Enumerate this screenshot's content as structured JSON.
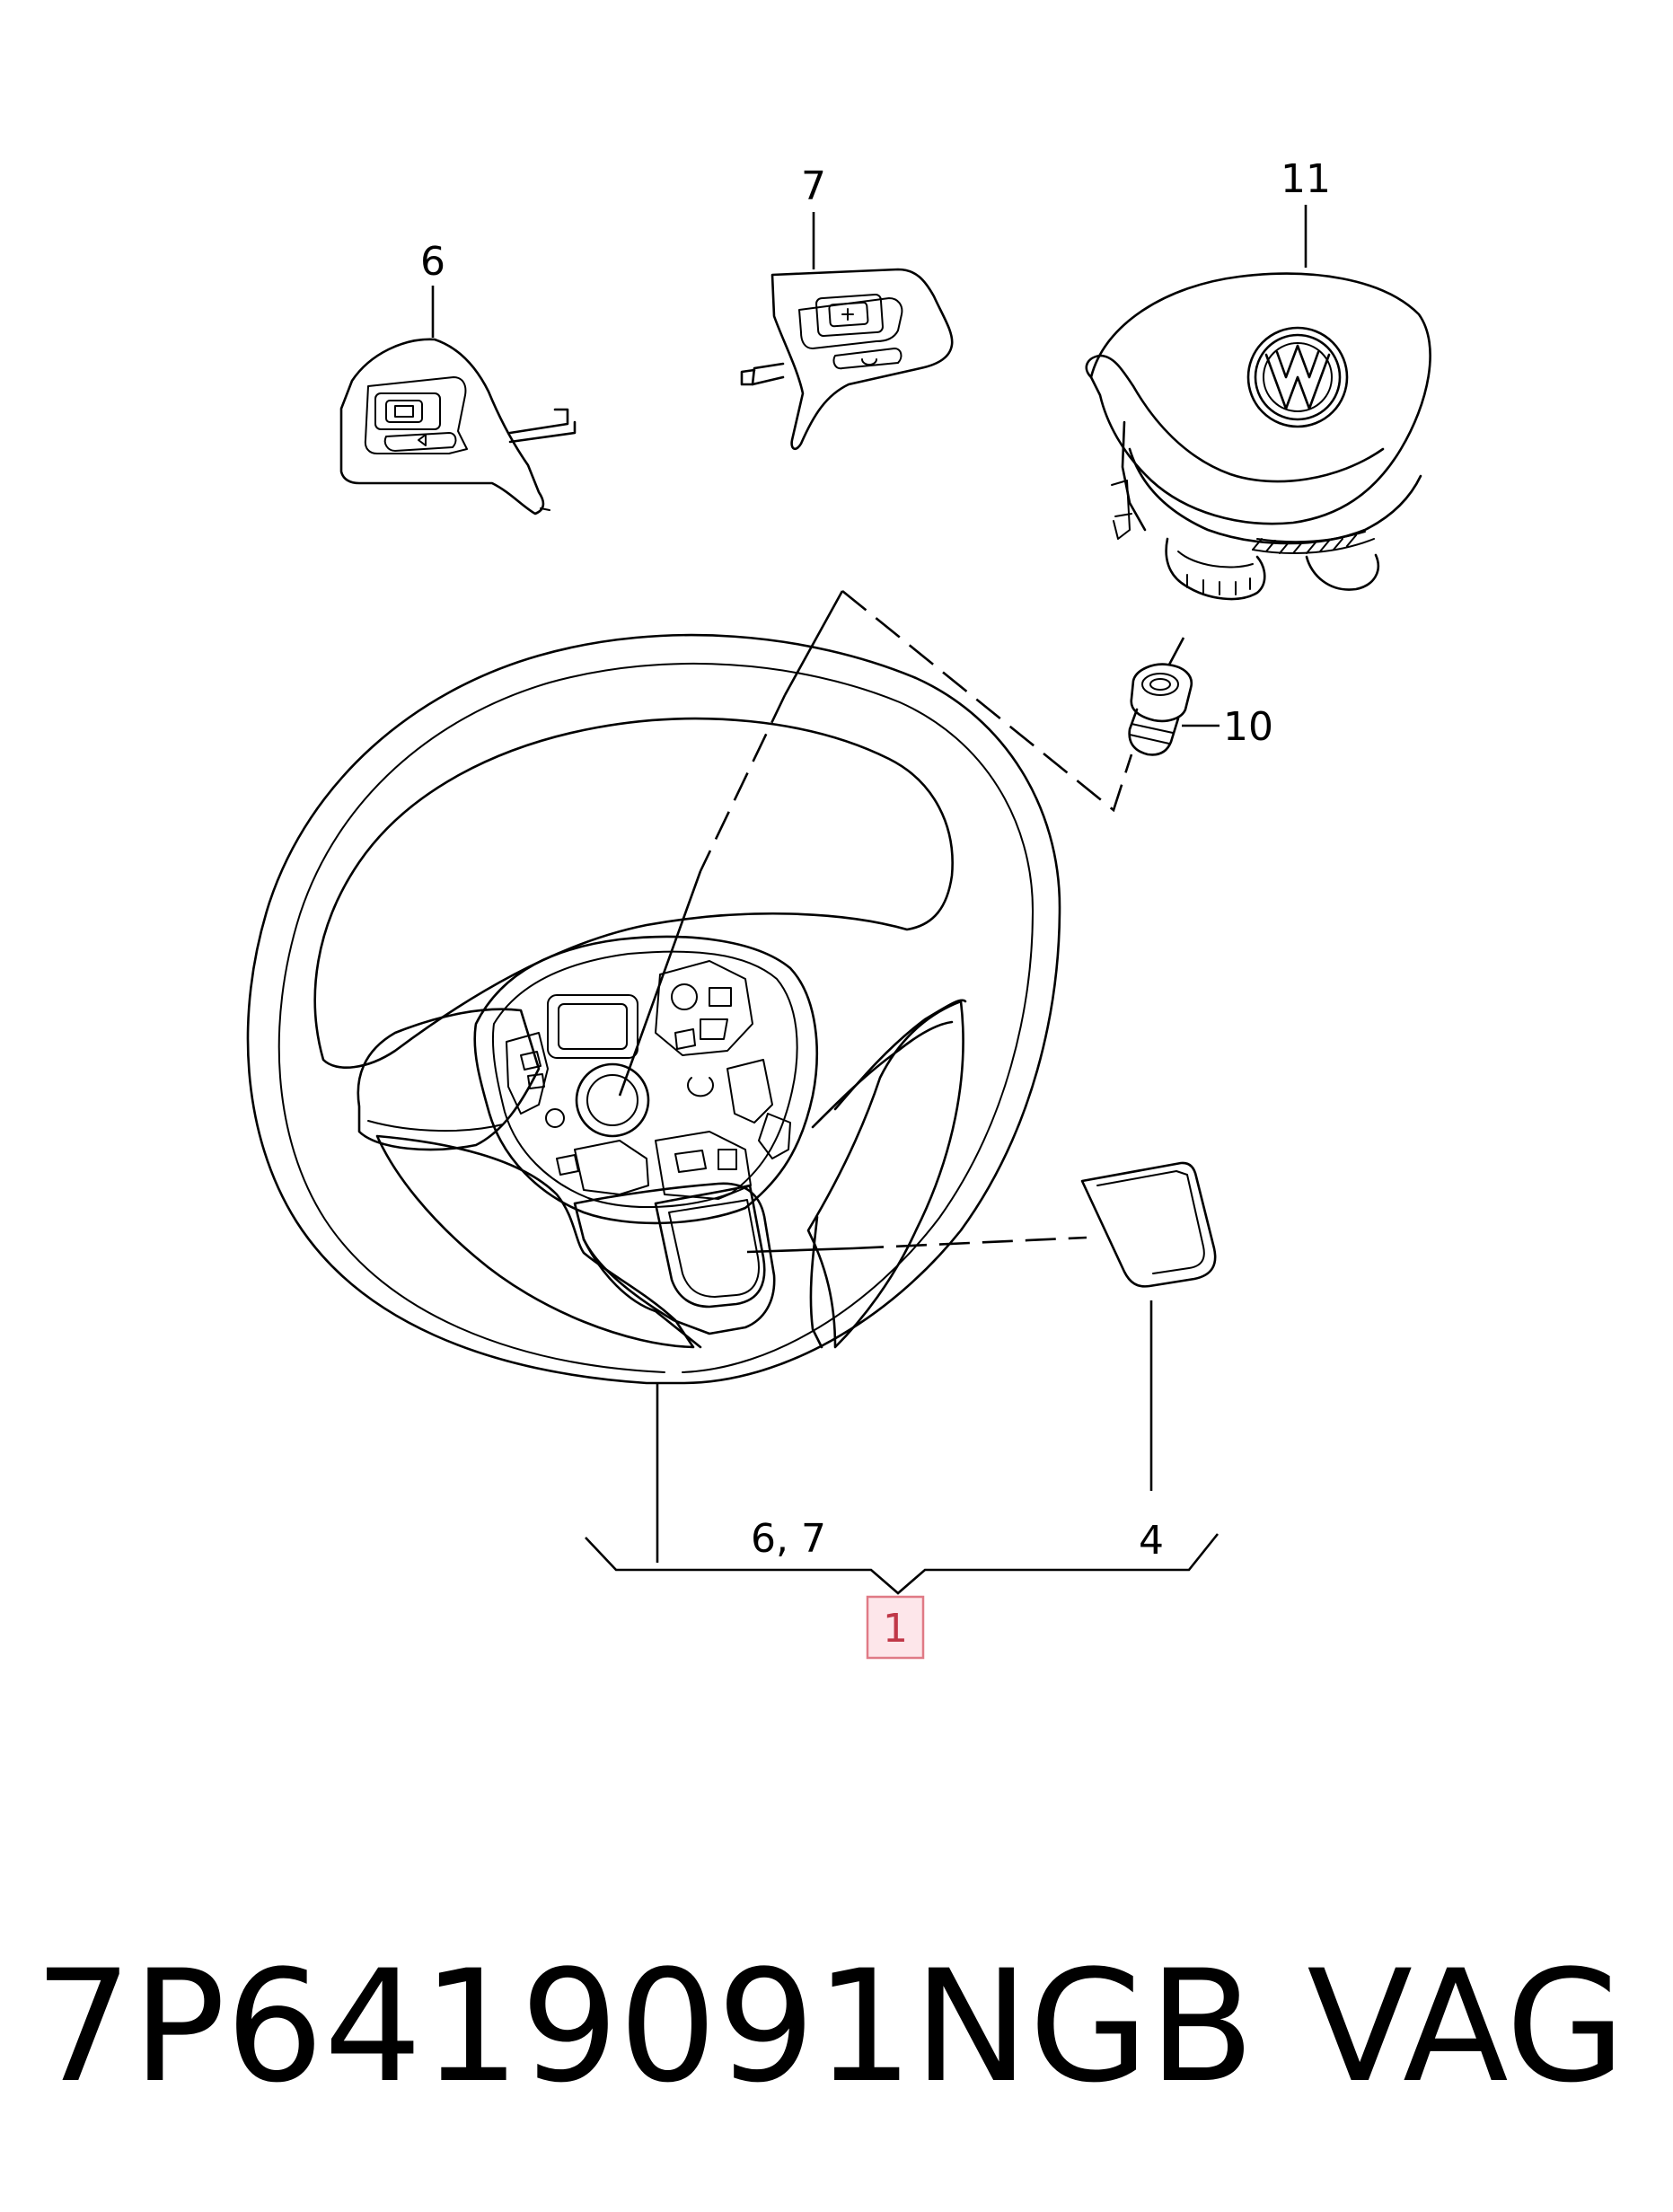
{
  "callouts": {
    "switch_left": "6",
    "switch_right": "7",
    "airbag": "11",
    "screw": "10",
    "group_label": "6, 7",
    "cover": "4",
    "assembly": "1"
  },
  "caption": {
    "part_number": "7P6419091NGB",
    "brand": "VAG"
  },
  "colors": {
    "line": "#000000",
    "highlight_fill": "#fde6ea",
    "highlight_stroke": "#e07a86"
  }
}
